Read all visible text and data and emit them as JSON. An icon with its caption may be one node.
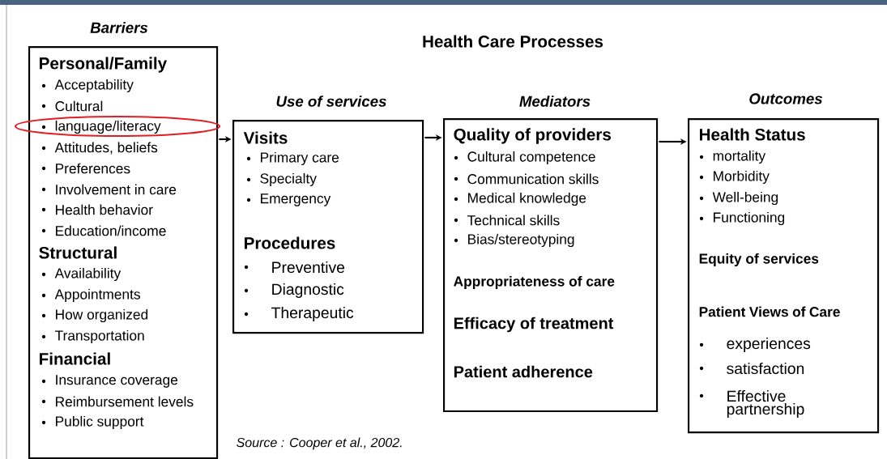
{
  "diagram": {
    "title": "Health Care Processes",
    "nodes": [
      {
        "text": [
          "Barriers",
          "Personal/Family",
          "Acceptability",
          "Cultural",
          "language/literacy",
          "Attitudes, beliefs",
          "Preferences",
          "Involvement in care",
          "Health behavior",
          "Education/income",
          "Structural",
          "Availability",
          "Appointments",
          "How organized",
          "Transportation",
          "Financial",
          "Insurance coverage",
          "Reimbursement levels",
          "Public support"
        ]
      },
      {
        "text": [
          "Use of services",
          "Visits",
          "Primary care",
          "Specialty",
          "Emergency",
          "Procedures",
          "Preventive",
          "Diagnostic",
          "Therapeutic"
        ]
      },
      {
        "text": [
          "Mediators",
          "Quality of providers",
          "Cultural competence",
          "Communication skills",
          "Medical knowledge",
          "Technical skills",
          "Bias/stereotyping",
          "Appropriateness of care",
          "Efficacy of treatment",
          "Patient adherence"
        ]
      },
      {
        "text": [
          "Outcomes",
          "Health Status",
          "mortality",
          "Morbidity",
          "Well-being",
          "Functioning",
          "Equity of services",
          "Patient Views of Care",
          "experiences",
          "satisfaction",
          "Effective partnership"
        ]
      }
    ],
    "edges": [
      {
        "from": 0,
        "to": 1,
        "arrow": "to"
      },
      {
        "from": 1,
        "to": 2,
        "arrow": "to"
      },
      {
        "from": 2,
        "to": 3,
        "arrow": "to"
      }
    ],
    "labels": [
      "Source : Cooper et al., 2002."
    ]
  }
}
